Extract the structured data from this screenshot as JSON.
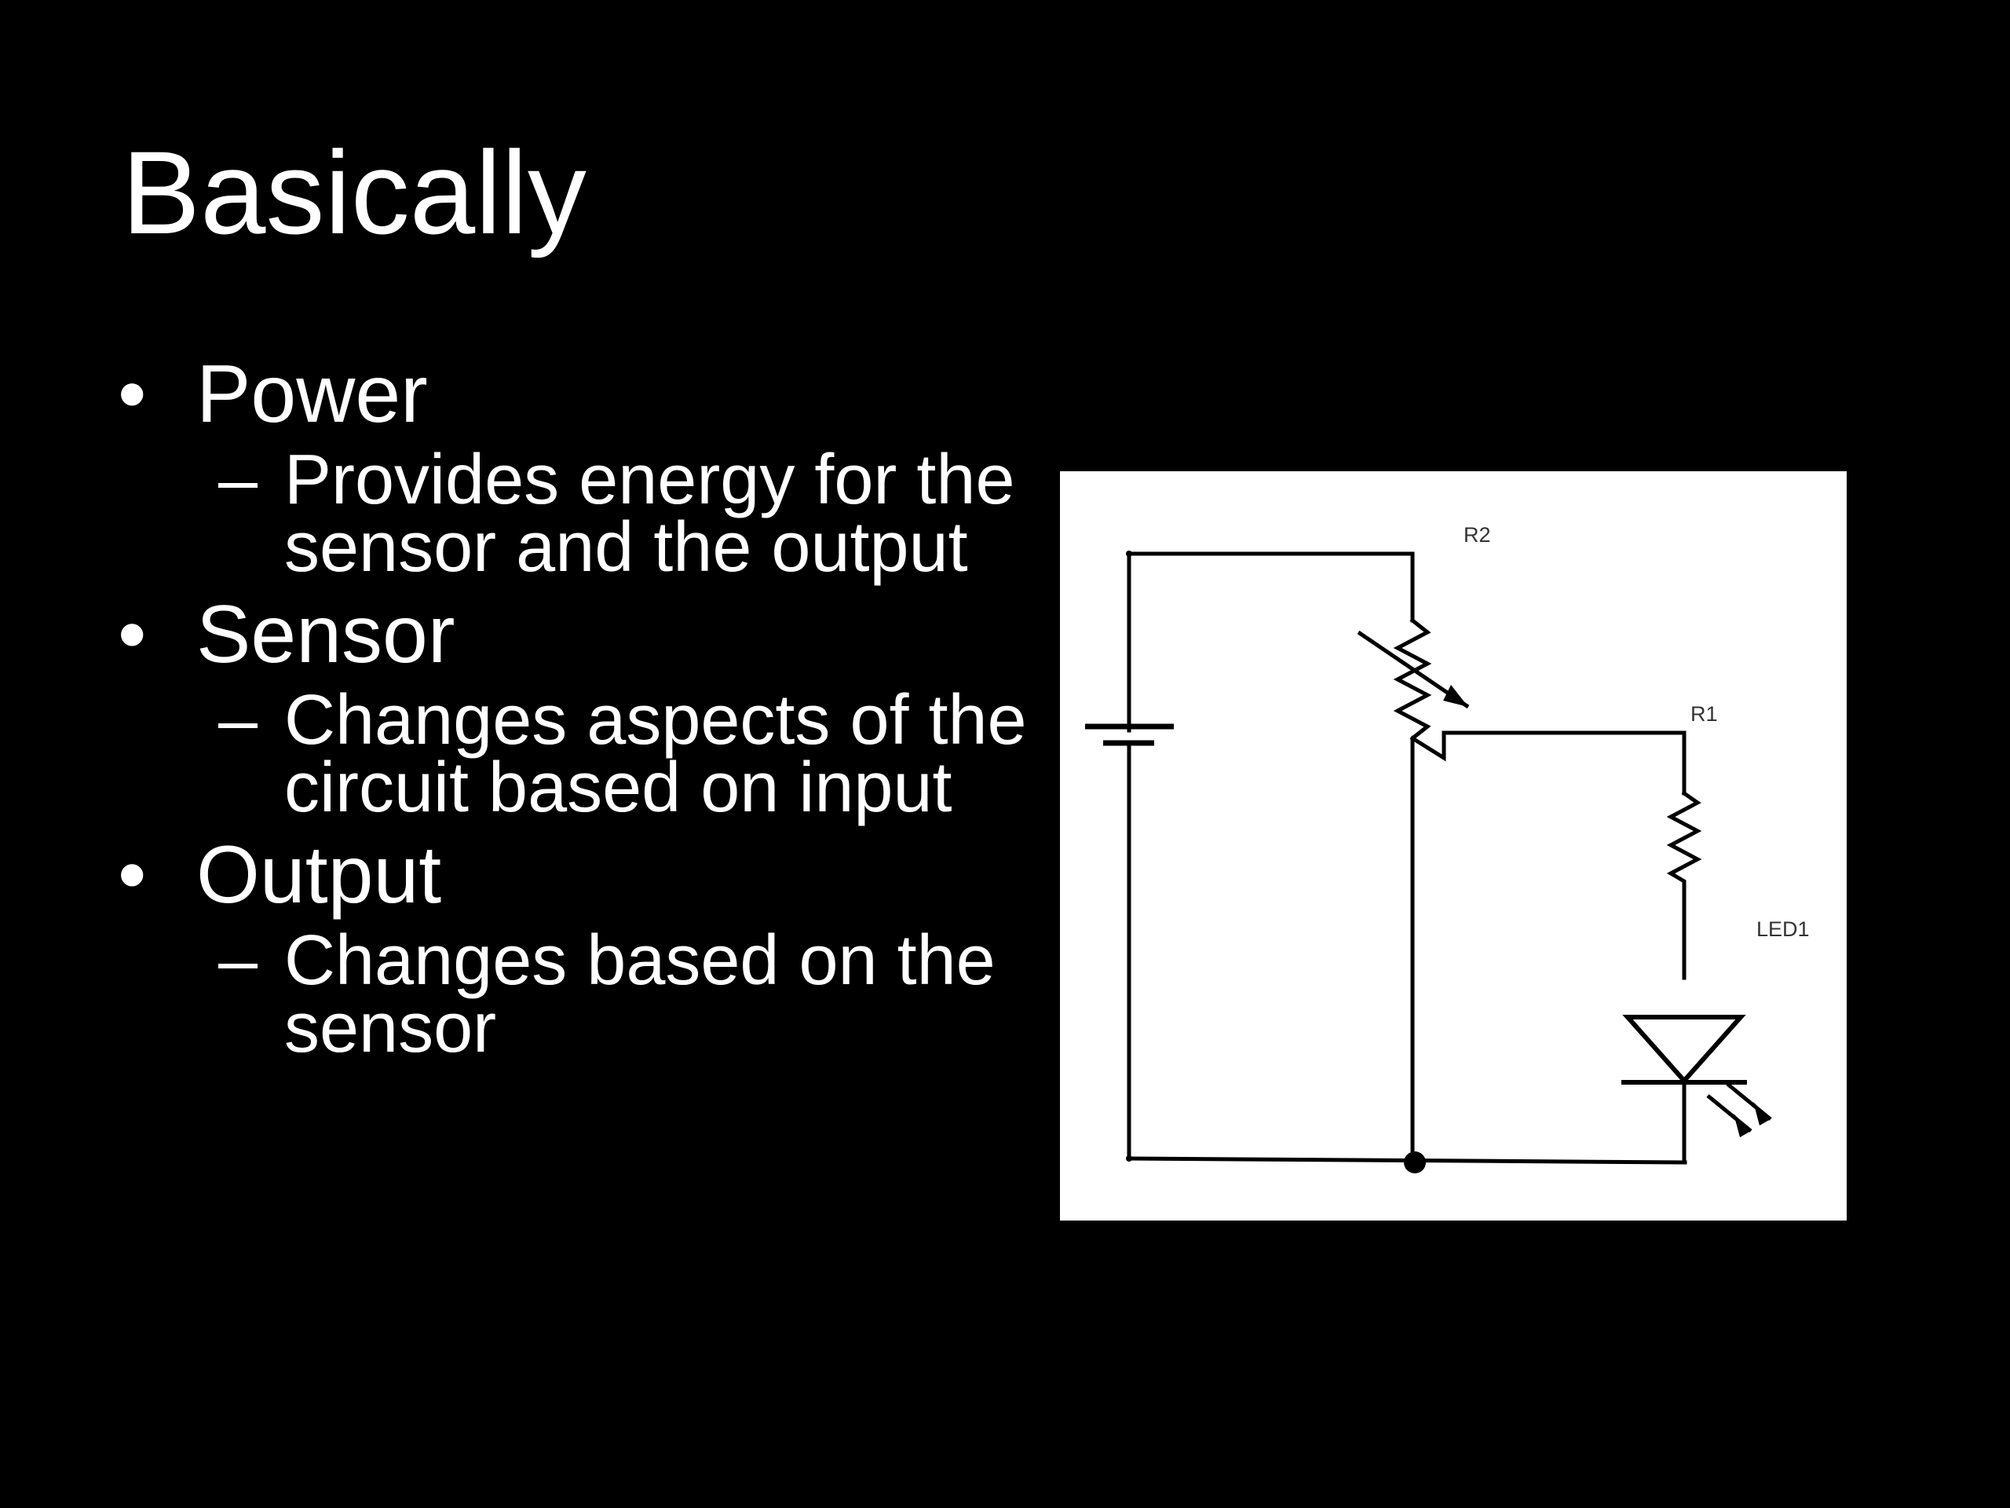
{
  "slide": {
    "title": "Basically",
    "bullets": [
      {
        "text": "Power",
        "sub": "Provides energy for the sensor and the output"
      },
      {
        "text": "Sensor",
        "sub": "Changes aspects of the circuit based on input"
      },
      {
        "text": "Output",
        "sub": "Changes based on the sensor"
      }
    ],
    "bullet_marker": "•",
    "sub_marker": "–"
  },
  "diagram": {
    "labels": {
      "r2": "R2",
      "r1": "R1",
      "led": "LED1"
    }
  },
  "colors": {
    "background": "#000000",
    "text": "#ffffff",
    "wire": "#000000"
  }
}
